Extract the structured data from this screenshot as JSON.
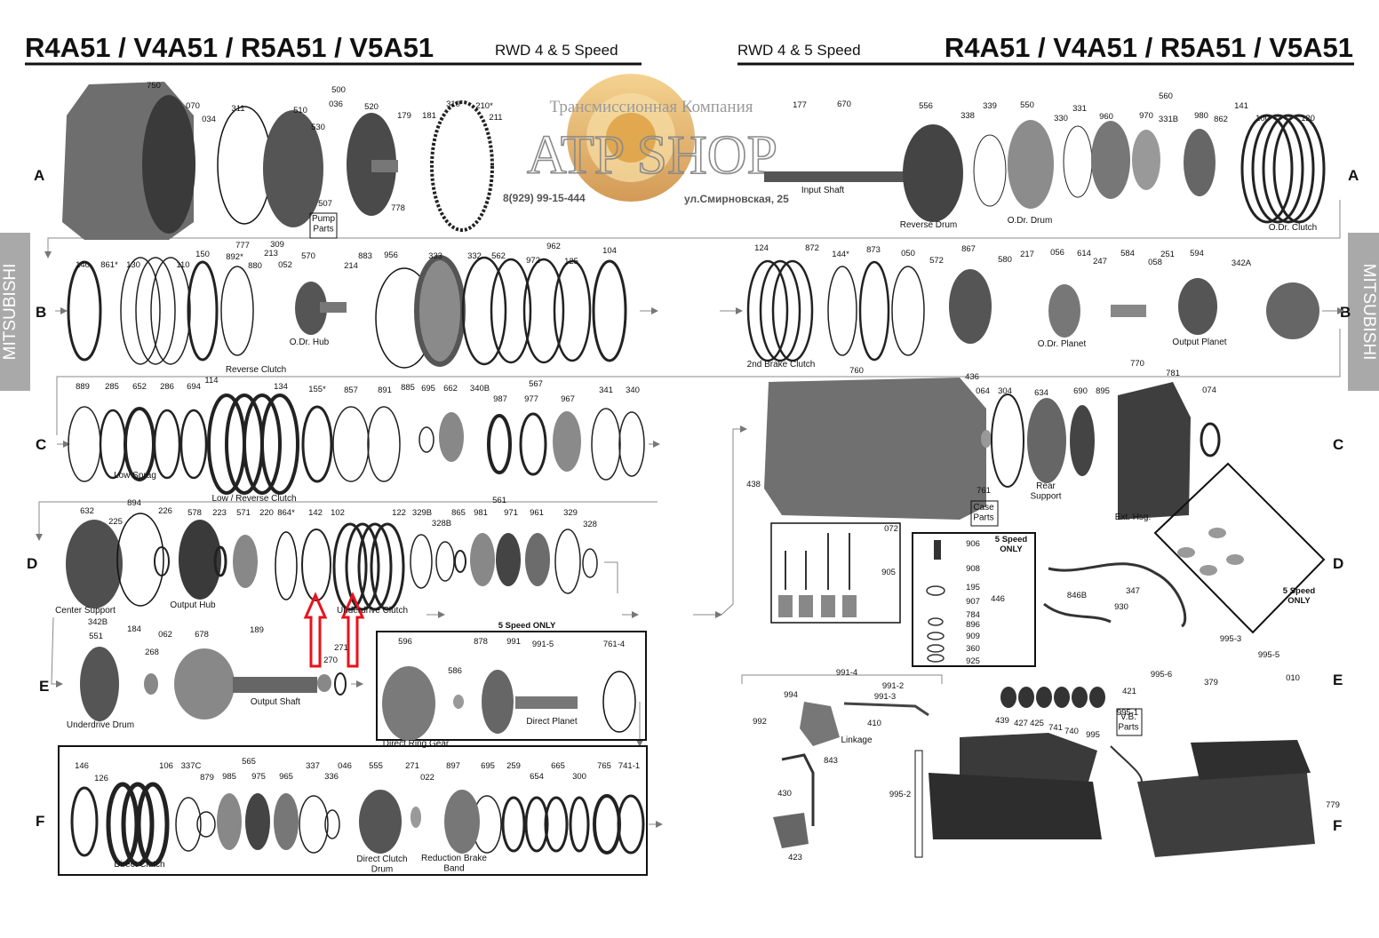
{
  "header": {
    "title_left": "R4A51 / V4A51 / R5A51 / V5A51",
    "subtitle_left": "RWD 4 & 5 Speed",
    "subtitle_right": "RWD 4 & 5 Speed",
    "title_right": "R4A51 / V4A51 / R5A51 / V5A51"
  },
  "side_tabs": {
    "left": "MITSUBISHI",
    "right": "MITSUBISHI"
  },
  "watermark": {
    "company": "Трансмиссионная Компания",
    "brand": "ATP SHOP",
    "phone": "8(929) 99-15-444",
    "address": "ул.Смирновская, 25"
  },
  "rows": [
    "A",
    "B",
    "C",
    "D",
    "E",
    "F"
  ],
  "boxes": {
    "five_speed_only_e": "5 Speed ONLY",
    "five_speed_only_905": "5 Speed\nONLY",
    "five_speed_only_930": "5 Speed\nONLY"
  },
  "captions": {
    "pump_parts": "Pump\nParts",
    "case_parts": "Case\nParts",
    "vb_parts": "V.B.\nParts"
  },
  "components": {
    "input_shaft": "Input Shaft",
    "reverse_drum": "Reverse Drum",
    "odr_drum": "O.Dr. Drum",
    "odr_clutch": "O.Dr. Clutch",
    "odr_hub": "O.Dr. Hub",
    "second_brake_clutch": "2nd Brake Clutch",
    "odr_planet": "O.Dr. Planet",
    "output_planet": "Output Planet",
    "reverse_clutch": "Reverse Clutch",
    "low_sprag": "Low Sprag",
    "low_reverse_clutch": "Low / Reverse Clutch",
    "rear_support": "Rear\nSupport",
    "ext_hsg": "Ext. Hsg.",
    "center_support": "Center Support",
    "output_hub": "Output Hub",
    "underdrive_clutch": "Underdrive Clutch",
    "underdrive_drum": "Underdrive Drum",
    "output_shaft": "Output Shaft",
    "direct_ring_gear": "Direct Ring Gear",
    "direct_planet": "Direct Planet",
    "linkage": "Linkage",
    "direct_clutch": "Direct Clutch",
    "direct_clutch_drum": "Direct Clutch\nDrum",
    "reduction_brake_band": "Reduction Brake\nBand"
  },
  "part_numbers": {
    "row_a": [
      "750",
      "070",
      "034",
      "311",
      "500",
      "510",
      "036",
      "520",
      "530",
      "507",
      "179",
      "181",
      "310",
      "210*",
      "211",
      "177",
      "670",
      "556",
      "338",
      "339",
      "550",
      "330",
      "331",
      "560",
      "960",
      "970",
      "331B",
      "980",
      "862",
      "141",
      "100",
      "120",
      "777",
      "309",
      "778"
    ],
    "row_b": [
      "140",
      "861*",
      "130",
      "110",
      "150",
      "892*",
      "880",
      "213",
      "052",
      "570",
      "214",
      "883",
      "956",
      "333",
      "332",
      "562",
      "962",
      "972",
      "125",
      "104",
      "124",
      "872",
      "144*",
      "873",
      "050",
      "572",
      "867",
      "580",
      "217",
      "056",
      "614",
      "247",
      "584",
      "058",
      "251",
      "594",
      "342A"
    ],
    "row_c": [
      "889",
      "285",
      "652",
      "286",
      "694",
      "114",
      "134",
      "155*",
      "857",
      "891",
      "885",
      "695",
      "662",
      "340B",
      "567",
      "987",
      "977",
      "967",
      "341",
      "340",
      "760",
      "436",
      "064",
      "304",
      "634",
      "690",
      "895",
      "770",
      "781",
      "074",
      "761",
      "438",
      "072"
    ],
    "row_d": [
      "632",
      "225",
      "894",
      "226",
      "578",
      "223",
      "571",
      "220",
      "864*",
      "142",
      "102",
      "122",
      "329B",
      "328B",
      "865",
      "561",
      "981",
      "971",
      "961",
      "329",
      "328",
      "906",
      "908",
      "195",
      "907",
      "784",
      "896",
      "909",
      "360",
      "925",
      "905",
      "446",
      "846B",
      "347",
      "930"
    ],
    "row_e": [
      "342B",
      "551",
      "184",
      "268",
      "062",
      "678",
      "189",
      "270",
      "271",
      "596",
      "586",
      "878",
      "991",
      "991-5",
      "761-4",
      "991-4",
      "994",
      "991-2",
      "991-3",
      "410",
      "992",
      "843",
      "430",
      "423",
      "421",
      "439",
      "427",
      "425",
      "741",
      "740",
      "995",
      "995-1",
      "995-2",
      "995-3",
      "995-5",
      "995-6",
      "379",
      "010"
    ],
    "row_f": [
      "146",
      "126",
      "106",
      "337C",
      "565",
      "879",
      "985",
      "975",
      "965",
      "337",
      "336",
      "046",
      "555",
      "271",
      "022",
      "897",
      "695",
      "259",
      "654",
      "665",
      "300",
      "765",
      "741-1",
      "779"
    ]
  }
}
